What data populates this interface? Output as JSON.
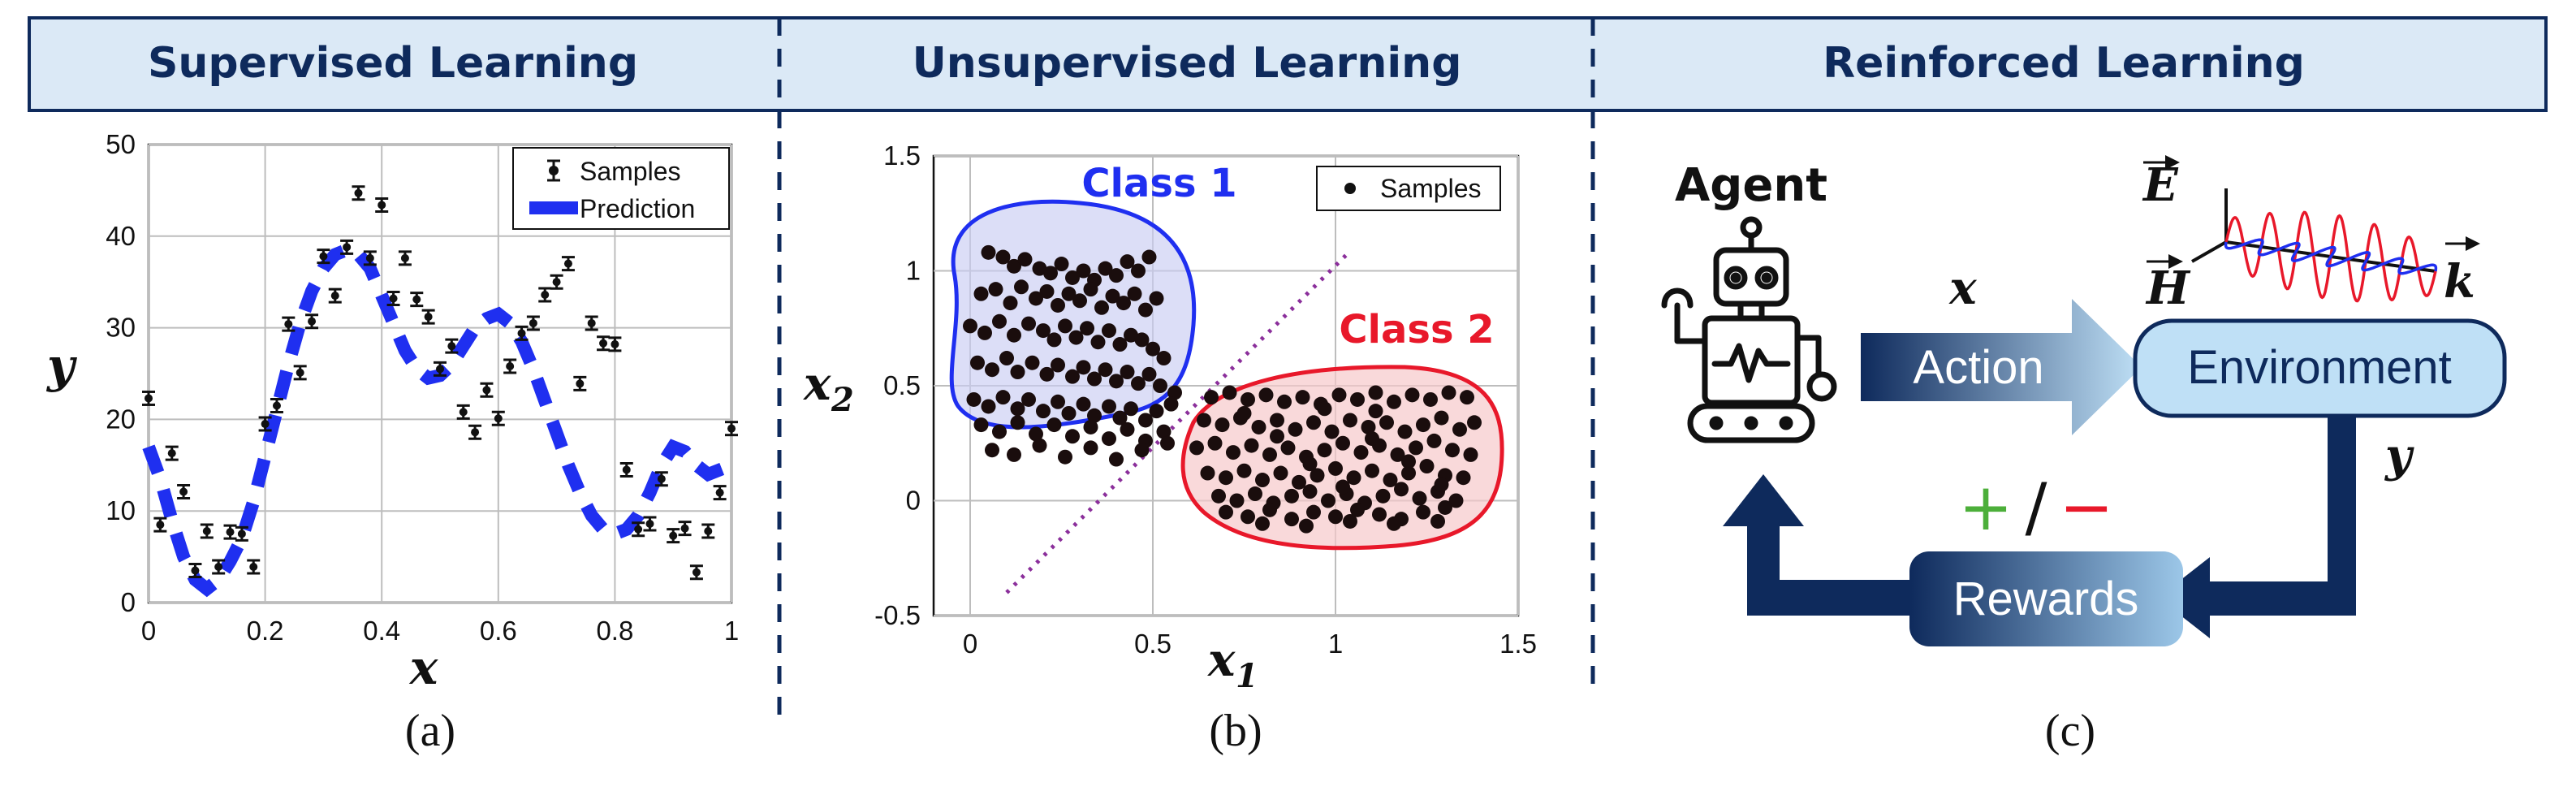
{
  "header": {
    "supervised": "Supervised Learning",
    "unsupervised": "Unsupervised Learning",
    "reinforced": "Reinforced Learning"
  },
  "panel_captions": [
    "(a)",
    "(b)",
    "(c)"
  ],
  "colors": {
    "header_fill": "#dbe9f6",
    "header_text": "#0e2a5c",
    "navy": "#0e2a5c",
    "prediction_blue": "#1f2ff0",
    "class1_blue": "#1f2ff0",
    "class2_red": "#e8182a",
    "boundary_purple": "#8b2f9b",
    "plus_green": "#4caf3a",
    "minus_red": "#e8182a",
    "env_fill": "#bfe0f6"
  },
  "chart_data": [
    {
      "type": "scatter",
      "panel": "(a)",
      "xlabel": "x",
      "ylabel": "y",
      "xlim": [
        0,
        1
      ],
      "ylim": [
        0,
        50
      ],
      "xticks": [
        "0",
        "0.2",
        "0.4",
        "0.6",
        "0.8",
        "1"
      ],
      "yticks": [
        "0",
        "10",
        "20",
        "30",
        "40",
        "50"
      ],
      "grid": true,
      "legend": "top-right",
      "series": [
        {
          "name": "Samples",
          "style": "markers-with-error-bars",
          "x": [
            0.0,
            0.02,
            0.04,
            0.06,
            0.08,
            0.1,
            0.12,
            0.14,
            0.16,
            0.18,
            0.2,
            0.22,
            0.24,
            0.26,
            0.28,
            0.3,
            0.32,
            0.34,
            0.36,
            0.38,
            0.4,
            0.42,
            0.44,
            0.46,
            0.48,
            0.5,
            0.52,
            0.54,
            0.56,
            0.58,
            0.6,
            0.62,
            0.64,
            0.66,
            0.68,
            0.7,
            0.72,
            0.74,
            0.76,
            0.78,
            0.8,
            0.82,
            0.84,
            0.86,
            0.88,
            0.9,
            0.92,
            0.94,
            0.96,
            0.98,
            1.0
          ],
          "y": [
            22.3,
            8.5,
            16.3,
            12.1,
            3.5,
            7.8,
            3.9,
            7.7,
            7.5,
            3.9,
            19.5,
            21.5,
            30.4,
            25.1,
            30.7,
            37.8,
            33.5,
            38.8,
            44.7,
            37.6,
            43.4,
            33.2,
            37.6,
            33.1,
            31.2,
            25.5,
            28.0,
            20.8,
            18.6,
            23.2,
            20.1,
            25.8,
            29.4,
            30.5,
            33.6,
            35.0,
            37.0,
            23.9,
            30.5,
            28.3,
            28.2,
            14.5,
            8.0,
            8.6,
            13.5,
            7.3,
            8.1,
            3.3,
            7.8,
            12.0,
            19.0
          ]
        },
        {
          "name": "Prediction",
          "style": "dashed-line",
          "x": [
            0.0,
            0.02,
            0.04,
            0.06,
            0.08,
            0.1,
            0.12,
            0.14,
            0.16,
            0.18,
            0.2,
            0.22,
            0.24,
            0.26,
            0.28,
            0.3,
            0.32,
            0.34,
            0.36,
            0.38,
            0.4,
            0.42,
            0.44,
            0.46,
            0.48,
            0.5,
            0.52,
            0.54,
            0.56,
            0.58,
            0.6,
            0.62,
            0.64,
            0.66,
            0.68,
            0.7,
            0.72,
            0.74,
            0.76,
            0.78,
            0.8,
            0.82,
            0.84,
            0.86,
            0.88,
            0.9,
            0.92,
            0.94,
            0.96,
            0.98,
            1.0
          ],
          "y": [
            17.0,
            13.5,
            9.0,
            5.0,
            2.5,
            1.5,
            2.5,
            4.5,
            7.0,
            11.0,
            16.0,
            21.0,
            26.0,
            30.5,
            34.0,
            36.5,
            38.0,
            38.5,
            38.0,
            36.5,
            33.5,
            30.5,
            27.5,
            25.5,
            24.5,
            24.8,
            26.0,
            28.0,
            30.0,
            31.0,
            31.5,
            30.5,
            28.5,
            25.5,
            22.0,
            18.5,
            15.0,
            12.0,
            9.5,
            8.0,
            7.5,
            8.0,
            9.5,
            12.0,
            15.0,
            17.0,
            16.5,
            15.0,
            14.0,
            14.5,
            15.0
          ]
        }
      ]
    },
    {
      "type": "scatter",
      "panel": "(b)",
      "xlabel": "x1",
      "ylabel": "x2",
      "xlim": [
        -0.1,
        1.5
      ],
      "ylim": [
        -0.5,
        1.5
      ],
      "xticks": [
        "0",
        "0.5",
        "1",
        "1.5"
      ],
      "yticks": [
        "-0.5",
        "0",
        "0.5",
        "1",
        "1.5"
      ],
      "grid": true,
      "legend": "top-right",
      "legend_entry": "Samples",
      "annotations": [
        "Class 1",
        "Class 2"
      ],
      "boundary": {
        "style": "dotted",
        "from": [
          0.1,
          -0.4
        ],
        "to": [
          1.03,
          1.07
        ]
      },
      "class1": {
        "x": [
          0.05,
          0.09,
          0.12,
          0.15,
          0.19,
          0.22,
          0.25,
          0.28,
          0.31,
          0.34,
          0.37,
          0.4,
          0.43,
          0.46,
          0.49,
          0.03,
          0.07,
          0.11,
          0.14,
          0.18,
          0.21,
          0.24,
          0.27,
          0.3,
          0.33,
          0.36,
          0.39,
          0.42,
          0.45,
          0.48,
          0.51,
          0.0,
          0.04,
          0.08,
          0.12,
          0.16,
          0.2,
          0.23,
          0.26,
          0.29,
          0.32,
          0.35,
          0.38,
          0.41,
          0.44,
          0.47,
          0.5,
          0.53,
          0.02,
          0.06,
          0.1,
          0.13,
          0.17,
          0.21,
          0.24,
          0.28,
          0.31,
          0.34,
          0.37,
          0.4,
          0.43,
          0.46,
          0.49,
          0.52,
          0.56,
          0.01,
          0.05,
          0.09,
          0.13,
          0.16,
          0.2,
          0.24,
          0.27,
          0.31,
          0.34,
          0.38,
          0.41,
          0.44,
          0.48,
          0.51,
          0.55,
          0.03,
          0.08,
          0.13,
          0.18,
          0.23,
          0.28,
          0.33,
          0.38,
          0.43,
          0.48,
          0.53,
          0.06,
          0.12,
          0.19,
          0.26,
          0.33,
          0.4,
          0.47,
          0.54
        ],
        "y": [
          1.08,
          1.06,
          1.02,
          1.05,
          1.01,
          0.99,
          1.03,
          0.97,
          1.0,
          0.96,
          1.01,
          0.98,
          1.04,
          1.0,
          1.06,
          0.9,
          0.92,
          0.86,
          0.93,
          0.88,
          0.91,
          0.85,
          0.9,
          0.87,
          0.92,
          0.84,
          0.89,
          0.86,
          0.9,
          0.83,
          0.88,
          0.76,
          0.73,
          0.78,
          0.72,
          0.77,
          0.74,
          0.7,
          0.76,
          0.71,
          0.75,
          0.69,
          0.74,
          0.68,
          0.72,
          0.7,
          0.66,
          0.62,
          0.6,
          0.57,
          0.62,
          0.56,
          0.6,
          0.55,
          0.59,
          0.54,
          0.58,
          0.53,
          0.57,
          0.52,
          0.56,
          0.51,
          0.55,
          0.5,
          0.47,
          0.44,
          0.41,
          0.45,
          0.4,
          0.44,
          0.39,
          0.43,
          0.38,
          0.42,
          0.37,
          0.41,
          0.36,
          0.4,
          0.35,
          0.39,
          0.42,
          0.33,
          0.3,
          0.34,
          0.29,
          0.33,
          0.28,
          0.32,
          0.27,
          0.31,
          0.26,
          0.3,
          0.22,
          0.2,
          0.24,
          0.19,
          0.23,
          0.18,
          0.22,
          0.25
        ]
      },
      "class2": {
        "x": [
          0.66,
          0.71,
          0.76,
          0.81,
          0.86,
          0.91,
          0.96,
          1.01,
          1.06,
          1.11,
          1.16,
          1.21,
          1.26,
          1.31,
          1.36,
          0.64,
          0.69,
          0.74,
          0.79,
          0.84,
          0.89,
          0.94,
          0.99,
          1.04,
          1.09,
          1.14,
          1.19,
          1.24,
          1.29,
          1.34,
          1.38,
          0.62,
          0.67,
          0.72,
          0.77,
          0.82,
          0.87,
          0.92,
          0.97,
          1.02,
          1.07,
          1.12,
          1.17,
          1.22,
          1.27,
          1.32,
          1.37,
          0.65,
          0.7,
          0.75,
          0.8,
          0.85,
          0.9,
          0.95,
          1.0,
          1.05,
          1.1,
          1.15,
          1.2,
          1.25,
          1.3,
          1.35,
          0.68,
          0.73,
          0.78,
          0.83,
          0.88,
          0.93,
          0.98,
          1.03,
          1.08,
          1.13,
          1.18,
          1.23,
          1.28,
          1.33,
          0.7,
          0.76,
          0.82,
          0.88,
          0.94,
          1.0,
          1.06,
          1.12,
          1.18,
          1.24,
          1.3,
          0.75,
          0.84,
          0.93,
          1.02,
          1.11,
          1.2,
          1.29,
          0.8,
          0.92,
          1.04,
          1.16,
          1.28,
          0.97,
          1.1
        ],
        "y": [
          0.45,
          0.47,
          0.44,
          0.46,
          0.43,
          0.45,
          0.42,
          0.46,
          0.44,
          0.47,
          0.43,
          0.46,
          0.44,
          0.47,
          0.45,
          0.35,
          0.33,
          0.36,
          0.32,
          0.35,
          0.31,
          0.34,
          0.3,
          0.35,
          0.32,
          0.34,
          0.3,
          0.33,
          0.36,
          0.31,
          0.34,
          0.23,
          0.25,
          0.21,
          0.24,
          0.2,
          0.23,
          0.19,
          0.22,
          0.25,
          0.21,
          0.24,
          0.2,
          0.23,
          0.26,
          0.22,
          0.2,
          0.12,
          0.1,
          0.13,
          0.09,
          0.12,
          0.08,
          0.11,
          0.14,
          0.1,
          0.13,
          0.09,
          0.12,
          0.15,
          0.11,
          0.1,
          0.02,
          0.0,
          0.03,
          -0.01,
          0.02,
          0.04,
          0.0,
          0.03,
          -0.01,
          0.02,
          0.05,
          0.01,
          0.04,
          0.0,
          -0.05,
          -0.07,
          -0.04,
          -0.08,
          -0.05,
          -0.07,
          -0.04,
          -0.06,
          -0.08,
          -0.05,
          -0.03,
          0.38,
          0.28,
          0.16,
          0.06,
          0.39,
          0.17,
          0.07,
          -0.1,
          -0.11,
          -0.09,
          -0.1,
          -0.09,
          0.4,
          0.27
        ]
      }
    }
  ],
  "panel_a_legend": {
    "samples": "Samples",
    "prediction": "Prediction"
  },
  "panel_a_axes": {
    "x": "x",
    "y": "y"
  },
  "panel_b_legend": {
    "samples": "Samples"
  },
  "panel_b_axes": {
    "x_main": "x",
    "x_sub": "1",
    "y_main": "x",
    "y_sub": "2"
  },
  "panel_b_labels": {
    "class1": "Class 1",
    "class2": "Class 2"
  },
  "reinforcement": {
    "agent_label": "Agent",
    "action_label": "Action",
    "action_var": "x",
    "environment_label": "Environment",
    "env_var": "y",
    "rewards_label": "Rewards",
    "plus": "+",
    "slash": "/",
    "minus": "−",
    "vec_e": "E",
    "vec_h": "H",
    "vec_k": "k",
    "icons": [
      "robot-icon",
      "electromagnetic-wave-icon",
      "arrow-right-icon"
    ]
  }
}
